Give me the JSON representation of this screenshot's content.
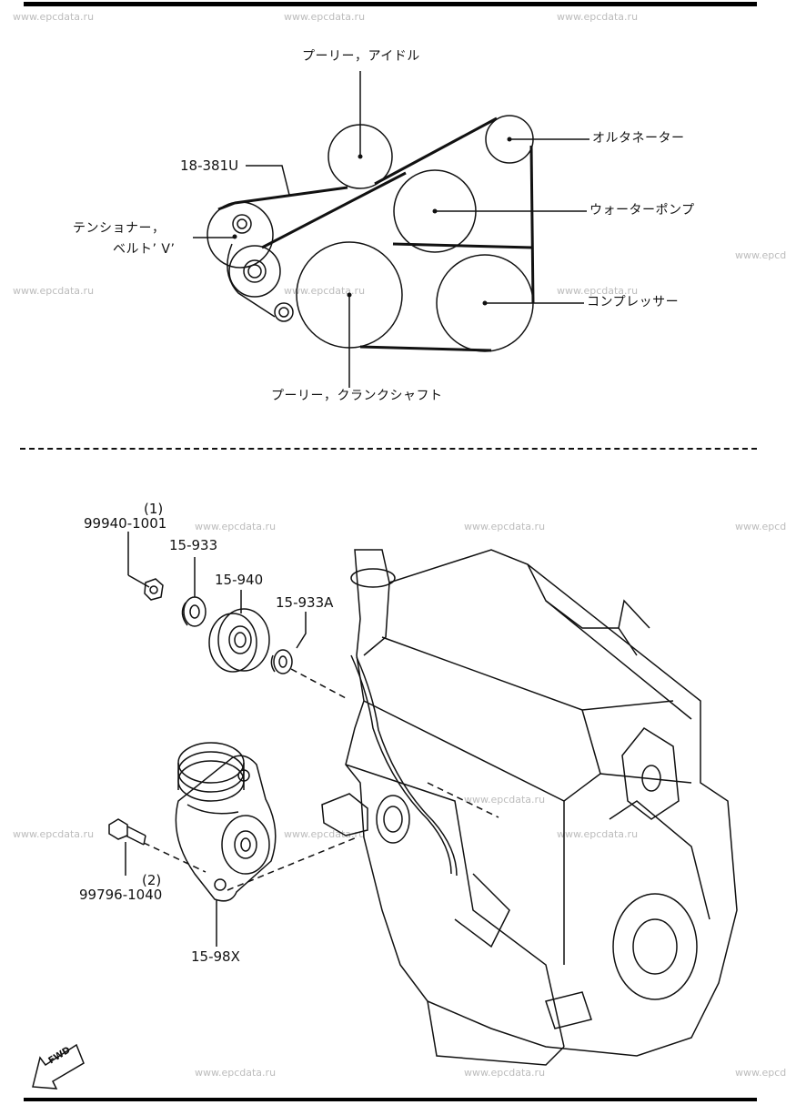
{
  "belt_diagram": {
    "labels": {
      "idler_pulley": "プーリー，アイドル",
      "belt_part": "18-381U",
      "alternator": "オルタネーター",
      "water_pump": "ウォーターポンプ",
      "tensioner_line1": "テンショナー，",
      "tensioner_line2": "ベルト’ V’",
      "compressor": "コンプレッサー",
      "crank_pulley": "プーリー，クランクシャフト"
    }
  },
  "exploded_view": {
    "parts": {
      "nut_qty": "(1)",
      "nut_part": "99940-1001",
      "washer_part": "15-933",
      "pulley_part": "15-940",
      "spacer_part": "15-933A",
      "bolt_part": "99796-1040",
      "bolt_qty": "(2)",
      "tensioner_part": "15-98X"
    },
    "fwd_label": "FWD"
  },
  "watermark": "www.epcdata.ru"
}
